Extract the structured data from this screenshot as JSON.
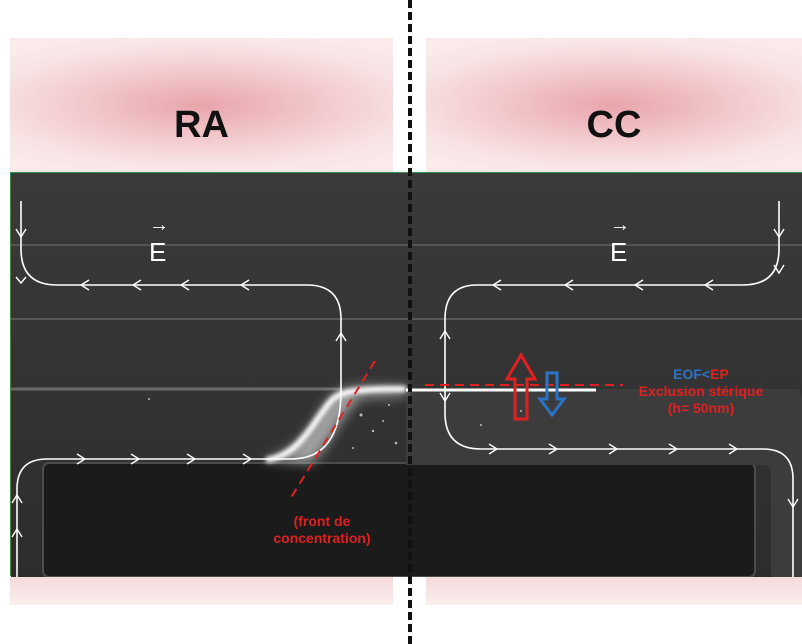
{
  "panels": {
    "left": {
      "label": "RA"
    },
    "right": {
      "label": "CC"
    }
  },
  "field": {
    "left_symbol": "E",
    "left_arrow": "→",
    "right_symbol": "E",
    "right_arrow": "→"
  },
  "annotations": {
    "front_line1": "(front de",
    "front_line2": "concentration)",
    "eof": "EOF",
    "lt": "<",
    "ep": "EP",
    "exclusion": "Exclusion stérique",
    "height": "(h= 50nm)"
  },
  "colors": {
    "red": "#e0201f",
    "blue": "#2a74c8",
    "frame": "#3a8f4a"
  }
}
